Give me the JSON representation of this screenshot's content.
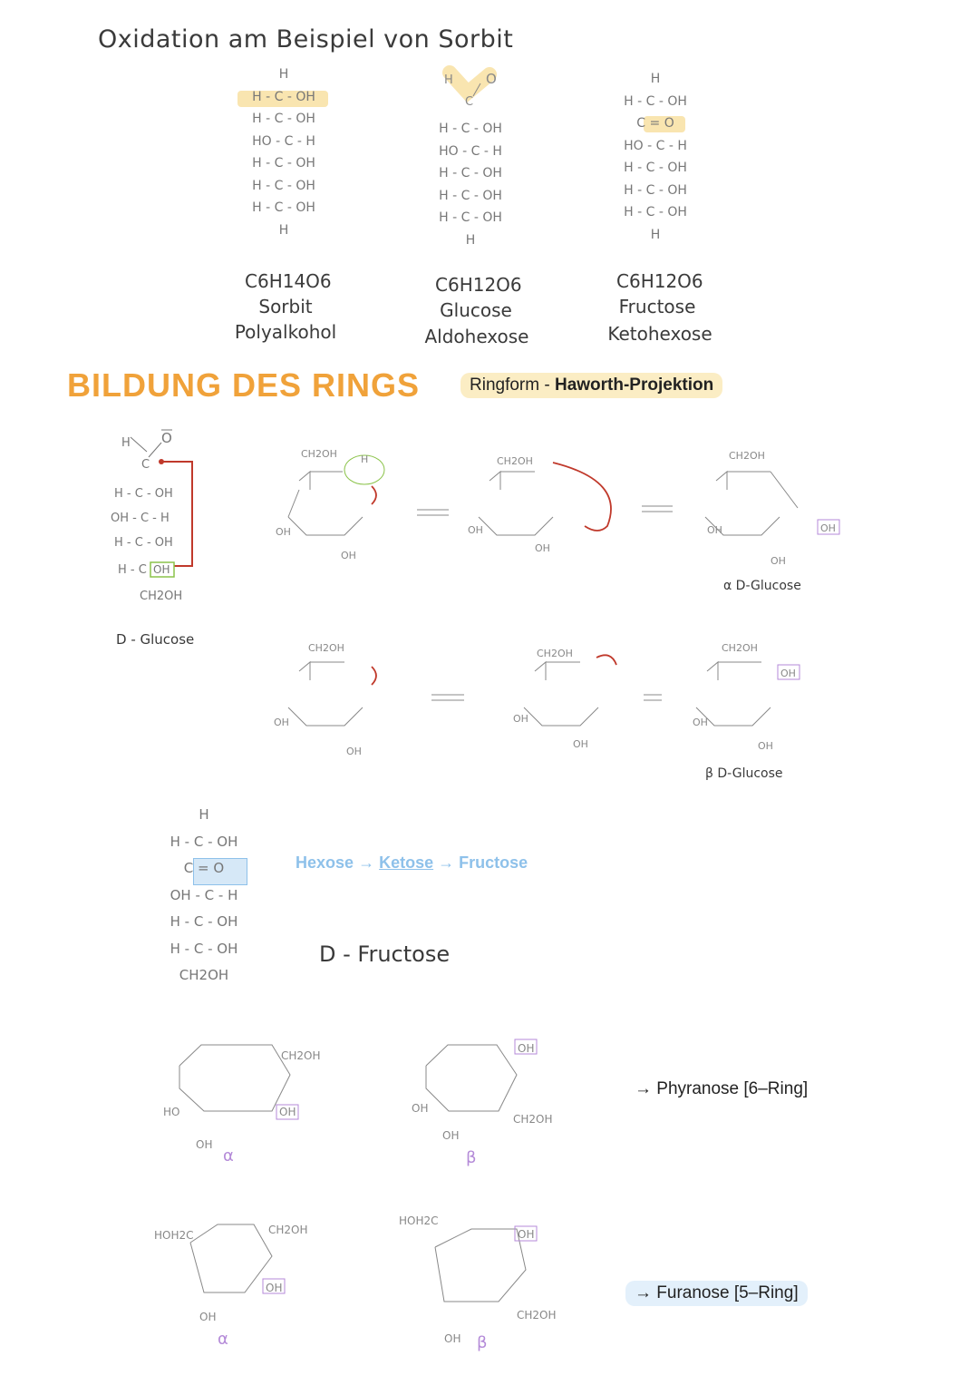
{
  "header": {
    "title": "Oxidation am Beispiel von Sorbit"
  },
  "oxidation": {
    "sorbit": {
      "lines": [
        "H",
        "H - C - OH",
        "H - C - OH",
        "HO - C - H",
        "H - C - OH",
        "H - C - OH",
        "H - C - OH",
        "H"
      ],
      "formula": "C6H14O6",
      "name": "Sorbit",
      "category": "Polyalkohol"
    },
    "glucose": {
      "top": "H  C  O",
      "lines": [
        "H - C - OH",
        "HO - C - H",
        "H - C - OH",
        "H - C - OH",
        "H - C - OH",
        "H"
      ],
      "formula": "C6H12O6",
      "name": "Glucose",
      "category": "Aldohexose"
    },
    "fructose": {
      "lines": [
        "H",
        "H - C - OH",
        "C = O",
        "HO - C - H",
        "H - C - OH",
        "H - C - OH",
        "H - C - OH",
        "H"
      ],
      "formula": "C6H12O6",
      "name": "Fructose",
      "category": "Ketohexose"
    }
  },
  "section_ring": {
    "title": "BILDUNG DES RINGS",
    "pill_prefix": "Ringform - ",
    "pill_bold": "Haworth-Projektion"
  },
  "glucose_chain": {
    "lines": [
      "H    O",
      "C",
      "H - C - OH",
      "OH - C - H",
      "H - C - OH",
      "H - C - OH",
      "CH2OH"
    ],
    "label": "D - Glucose"
  },
  "anomers": {
    "alpha": "α D-Glucose",
    "beta": "β D-Glucose"
  },
  "fructose_section": {
    "chain_lines": [
      "H",
      "H - C - OH",
      "C = O",
      "OH - C - H",
      "H - C - OH",
      "H - C - OH",
      "CH2OH"
    ],
    "flow": [
      "Hexose",
      "Ketose",
      "Fructose"
    ],
    "label": "D - Fructose"
  },
  "ring_types": {
    "pyranose": "→ Phyranose [6–Ring]",
    "furanose": "→ Furanose [5–Ring]",
    "alpha_symbol": "α",
    "beta_symbol": "β"
  },
  "colors": {
    "highlight_yellow": "#f9e5b0",
    "title_orange": "#f0a23a",
    "arrow_red": "#c0392b",
    "box_purple": "#b48ad8",
    "box_green": "#8bc34a",
    "flow_blue": "#8ec1ea"
  }
}
